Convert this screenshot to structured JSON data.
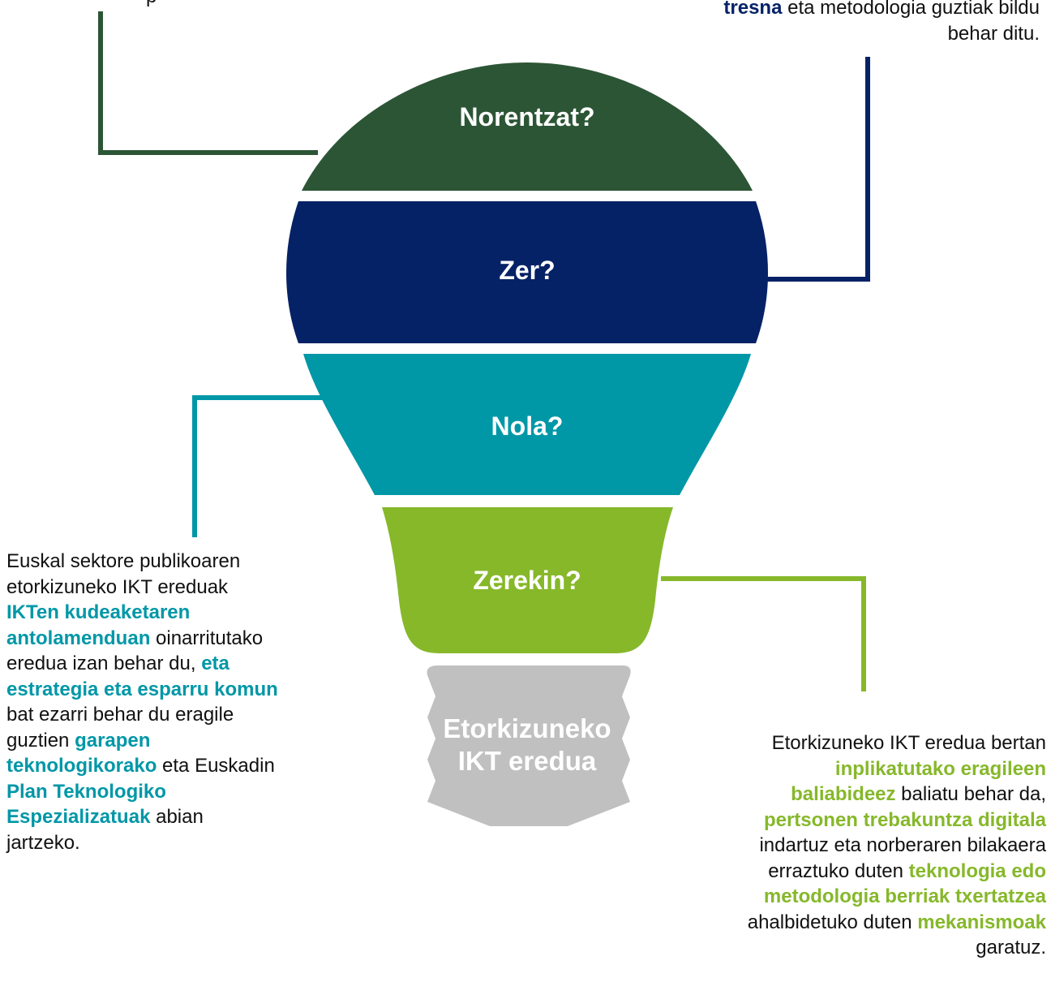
{
  "colors": {
    "dark_green": "#2c5535",
    "navy": "#062266",
    "teal": "#0097a7",
    "lime": "#86b82a",
    "base_gray": "#c0c0c0"
  },
  "bulb": {
    "segments": [
      {
        "label": "Norentzat?",
        "color": "#2c5535"
      },
      {
        "label": "Zer?",
        "color": "#062266"
      },
      {
        "label": "Nola?",
        "color": "#0097a7"
      },
      {
        "label": "Zerekin?",
        "color": "#86b82a"
      }
    ],
    "base": {
      "line1": "Etorkizuneko",
      "line2": "IKT eredua"
    }
  },
  "text_top_left": {
    "partial": "p"
  },
  "text_top_right": {
    "line1_bold": "tresna",
    "line1_rest": " eta metodologia guztiak bildu",
    "line2": "behar ditu."
  },
  "text_left": {
    "l1": "Euskal sektore publikoaren",
    "l2": "etorkizuneko IKT ereduak",
    "l3_bold": "IKTen kudeaketaren",
    "l4_bold": "antolamenduan",
    "l4_rest": " oinarritutako",
    "l5": "eredua izan behar du, ",
    "l5_bold": "eta",
    "l6_bold": "estrategia eta esparru komun",
    "l7": "bat ezarri behar du eragile",
    "l8": "guztien ",
    "l8_bold": "garapen",
    "l9_bold": "teknologikorako",
    "l9_rest": " eta Euskadin",
    "l10_bold": "Plan Teknologiko",
    "l11_bold": "Espezializatuak",
    "l11_rest": " abian",
    "l12": "jartzeko."
  },
  "text_right": {
    "l1": "Etorkizuneko IKT eredua bertan",
    "l2_bold": "inplikatutako eragileen",
    "l3_bold": "baliabideez",
    "l3_rest": " baliatu behar da,",
    "l4_bold": "pertsonen trebakuntza digitala",
    "l5": "indartuz eta norberaren bilakaera",
    "l6": "erraztuko duten ",
    "l6_bold": "teknologia edo",
    "l7_bold": "metodologia berriak txertatzea",
    "l8": "ahalbidetuko duten ",
    "l8_bold": "mekanismoak",
    "l9": "garatuz."
  }
}
